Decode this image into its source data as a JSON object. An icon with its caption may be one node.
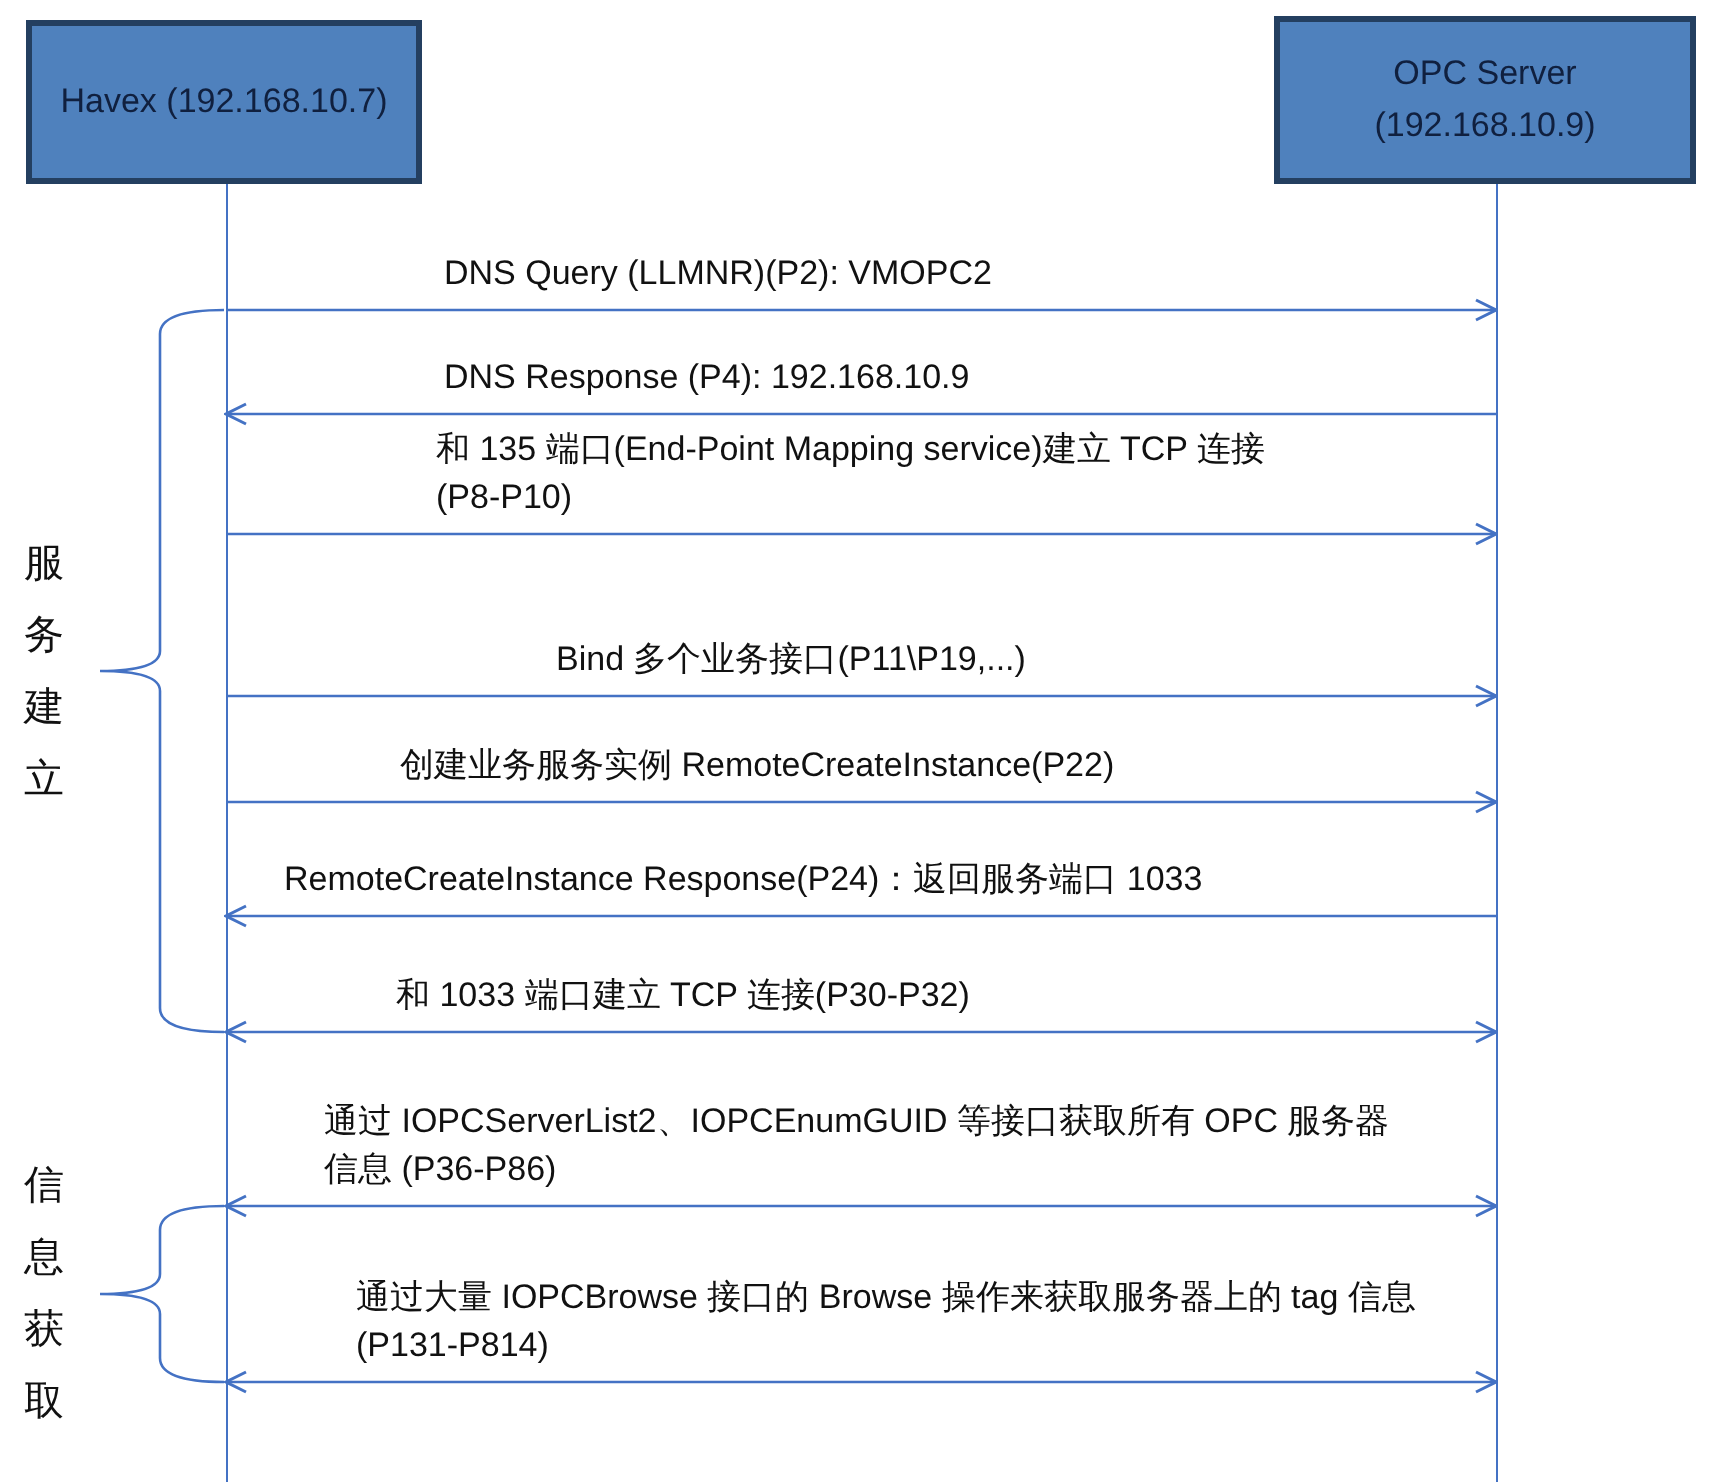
{
  "diagram": {
    "nodes": [
      {
        "text": [
          "Havex (192.168.10.7)"
        ]
      },
      {
        "text": [
          "OPC Server (192.168.10.9)"
        ]
      }
    ],
    "edges": [
      {
        "from": 0,
        "to": 1,
        "arrow": "to",
        "label": "DNS Query (LLMNR)(P2): VMOPC2"
      },
      {
        "from": 1,
        "to": 0,
        "arrow": "to",
        "label": "DNS Response (P4): 192.168.10.9"
      },
      {
        "from": 0,
        "to": 1,
        "arrow": "to",
        "label": "和 135 端口(End-Point Mapping service)建立 TCP 连接 (P8-P10)"
      },
      {
        "from": 0,
        "to": 1,
        "arrow": "to",
        "label": "Bind 多个业务接口(P11\\P19,...)"
      },
      {
        "from": 0,
        "to": 1,
        "arrow": "to",
        "label": "创建业务服务实例 RemoteCreateInstance(P22)"
      },
      {
        "from": 1,
        "to": 0,
        "arrow": "to",
        "label": "RemoteCreateInstance Response(P24)：返回服务端口 1033"
      },
      {
        "from": 0,
        "to": 1,
        "arrow": "both",
        "label": "和 1033 端口建立 TCP 连接(P30-P32)"
      },
      {
        "from": 0,
        "to": 1,
        "arrow": "both",
        "label": "通过 IOPCServerList2、IOPCEnumGUID 等接口获取所有 OPC 服务器信息 (P36-P86)"
      },
      {
        "from": 0,
        "to": 1,
        "arrow": "both",
        "label": "通过大量 IOPCBrowse 接口的 Browse 操作来获取服务器上的 tag 信息(P131-P814)"
      }
    ],
    "labels": [
      "服务建立",
      "信息获取"
    ]
  }
}
